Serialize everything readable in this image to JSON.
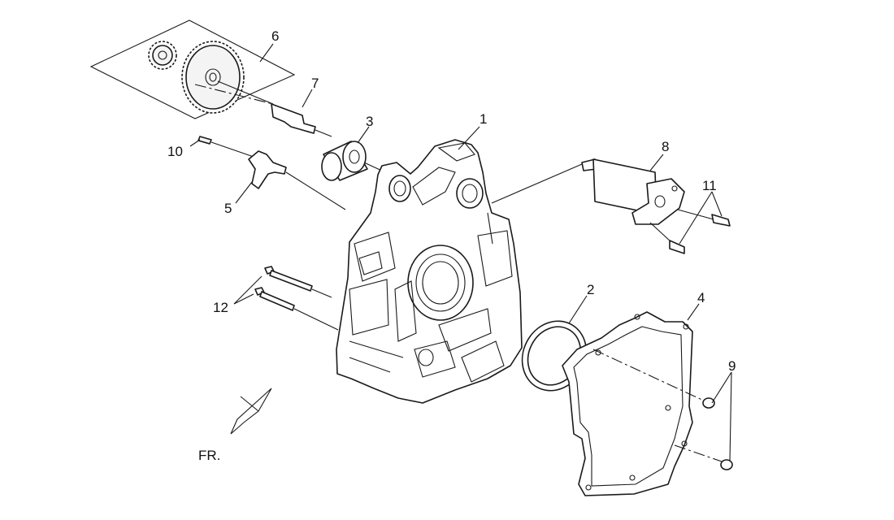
{
  "callouts": {
    "c1": "1",
    "c2": "2",
    "c3": "3",
    "c4": "4",
    "c5": "5",
    "c6": "6",
    "c7": "7",
    "c8": "8",
    "c9": "9",
    "c10": "10",
    "c11": "11",
    "c12": "12"
  },
  "direction_label": "FR."
}
